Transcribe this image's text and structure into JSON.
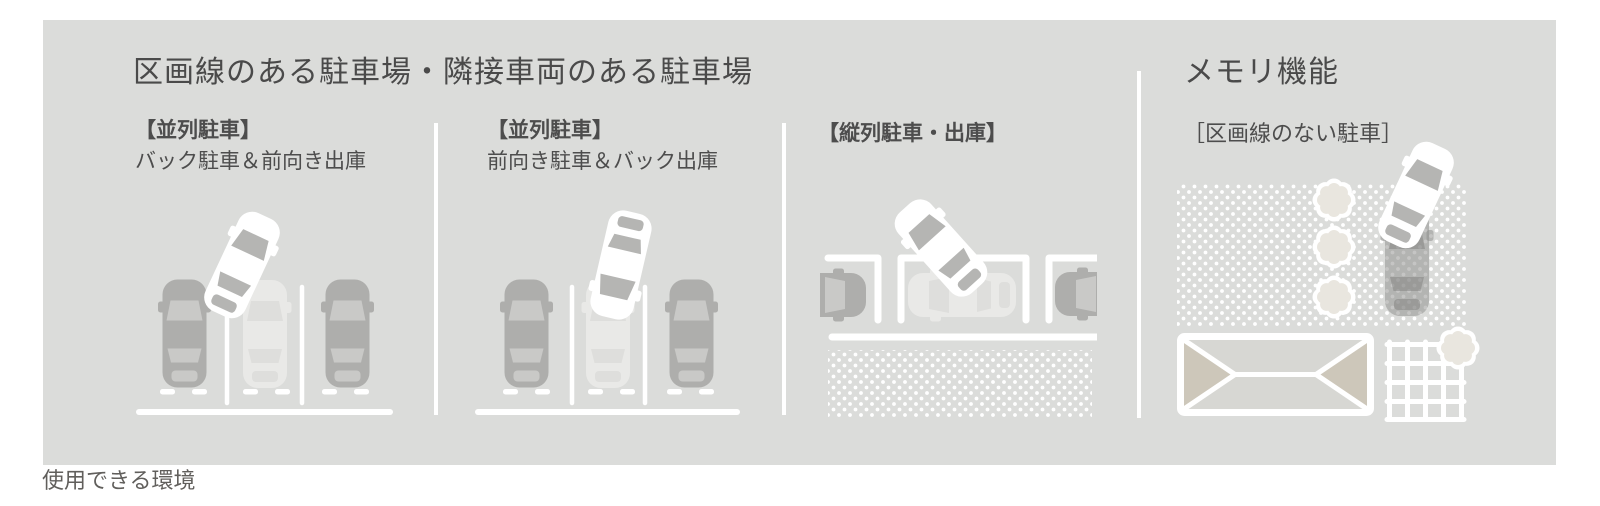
{
  "page": {
    "caption": "使用できる環境"
  },
  "left_section": {
    "title": "区画線のある駐車場・隣接車両のある駐車場",
    "columns": [
      {
        "heading": "【並列駐車】",
        "subheading": "バック駐車＆前向き出庫"
      },
      {
        "heading": "【並列駐車】",
        "subheading": "前向き駐車＆バック出庫"
      },
      {
        "heading": "【縦列駐車・出庫】",
        "subheading": ""
      }
    ]
  },
  "right_section": {
    "title": "メモリ機能",
    "heading": "［区画線のない駐車］"
  },
  "icons": [
    "parked-car-top-view",
    "ghost-target-car-top-view",
    "maneuvering-white-car-top-view",
    "parking-bay-line",
    "wheel-stop-dash",
    "curb-line",
    "sidewalk-dot-pattern",
    "bush",
    "house-roof-top-view",
    "garden-grid"
  ],
  "colors": {
    "panel_bg": "#dbdcda",
    "title_text": "#4a4a4a",
    "heading_text": "#4d4d4d",
    "caption_text": "#615f5c",
    "marking_white": "#ffffff",
    "car_gray_body": "#aeaeac",
    "car_gray_window": "#c9c9c7",
    "car_white_window": "#b5b5b3",
    "car_ghost_body": "#e9e9e7",
    "bush_fill": "#e9e6df",
    "roof_side_fill": "#cdc7ba",
    "roof_face_fill": "#d7d7d3"
  }
}
